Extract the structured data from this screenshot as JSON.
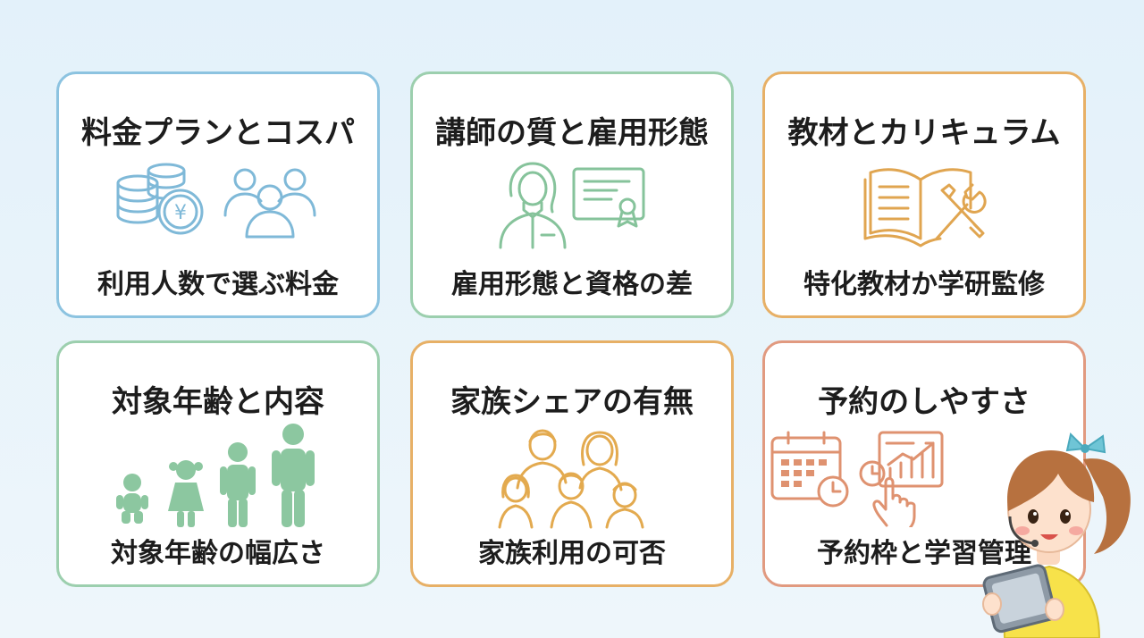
{
  "cards": [
    {
      "title": "料金プランとコスパ",
      "caption": "利用人数で選ぶ料金",
      "icon": "coins-and-people-icon",
      "color": "#7fb9d8"
    },
    {
      "title": "講師の質と雇用形態",
      "caption": "雇用形態と資格の差",
      "icon": "teacher-certificate-icon",
      "color": "#86c39b"
    },
    {
      "title": "教材とカリキュラム",
      "caption": "特化教材か学研監修",
      "icon": "book-tools-icon",
      "color": "#e0a550"
    },
    {
      "title": "対象年齢と内容",
      "caption": "対象年齢の幅広さ",
      "icon": "growing-children-icon",
      "color": "#8cc7a0"
    },
    {
      "title": "家族シェアの有無",
      "caption": "家族利用の可否",
      "icon": "family-icon",
      "color": "#e3aa4f"
    },
    {
      "title": "予約のしやすさ",
      "caption": "予約枠と学習管理",
      "icon": "calendar-chart-icon",
      "color": "#df9270"
    }
  ],
  "coin_symbol": "¥",
  "mascot": "girl-with-tablet-icon"
}
